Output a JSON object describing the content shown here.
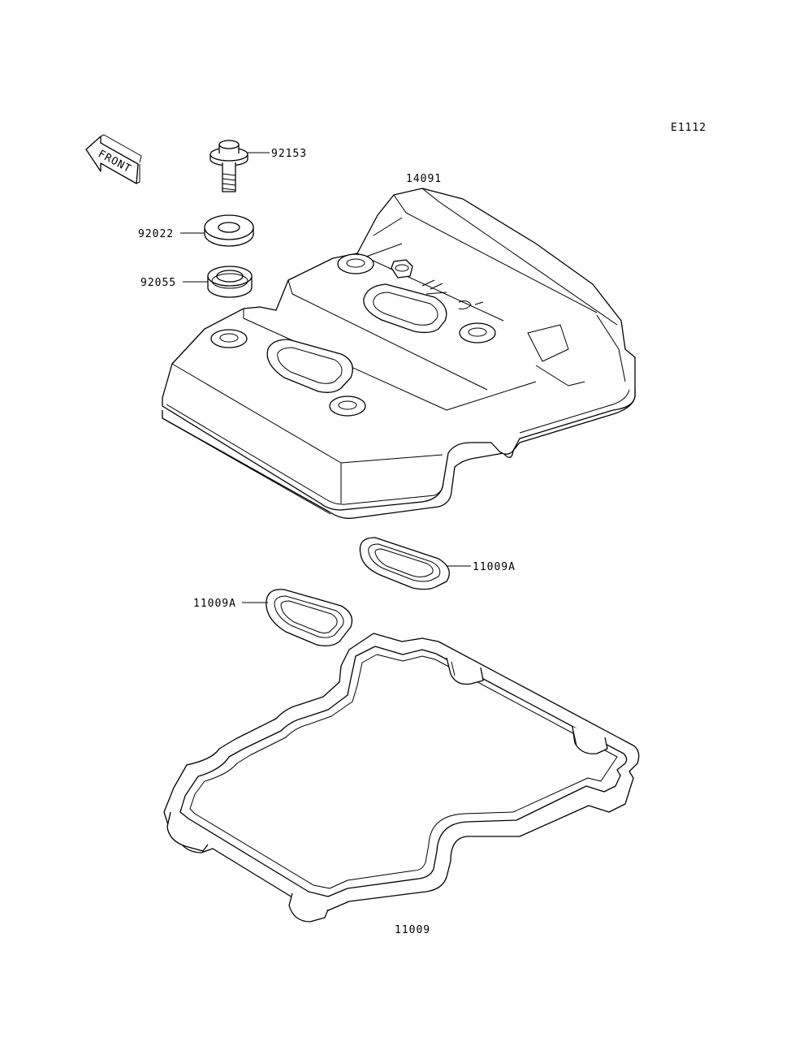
{
  "diagram_code": "E1112",
  "front_marker": "FRONT",
  "parts": {
    "bolt": "92153",
    "cover": "14091",
    "washer": "92022",
    "grommet": "92055",
    "plug_gasket_right": "11009A",
    "plug_gasket_left": "11009A",
    "head_cover_gasket": "11009"
  }
}
